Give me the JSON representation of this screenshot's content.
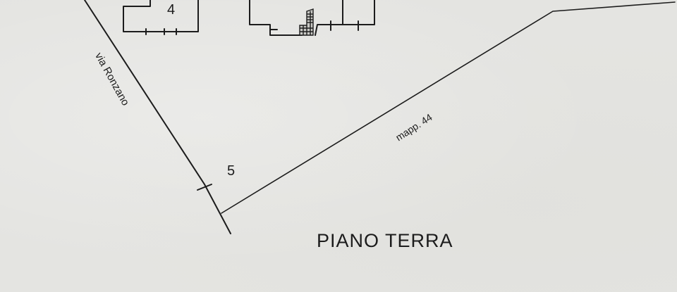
{
  "drawing": {
    "title": "PIANO TERRA",
    "street_label": "via Ronzano",
    "parcel_label": "mapp. 44",
    "building_numbers": [
      {
        "id": "building-4",
        "label": "4"
      },
      {
        "id": "point-5",
        "label": "5"
      }
    ]
  },
  "colors": {
    "background": "#e4e4e1",
    "ink": "#1c1c1c"
  }
}
